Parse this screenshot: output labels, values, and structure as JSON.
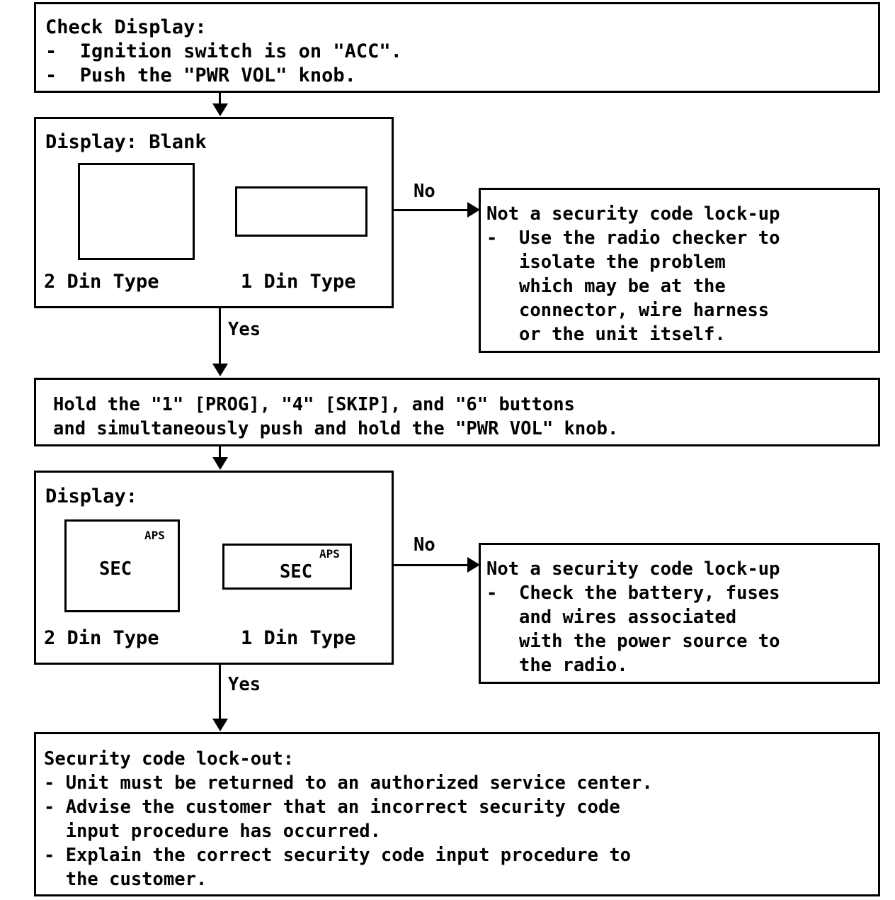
{
  "document": {
    "type": "troubleshooting-flowchart",
    "subject": "Radio security code lock-up diagnosis"
  },
  "nodes": {
    "check_display": {
      "lines": [
        "Check Display:",
        "-  Ignition switch is on \"ACC\".",
        "-  Push the \"PWR VOL\" knob."
      ]
    },
    "display_blank": {
      "title": "Display: Blank",
      "two_din_label": "2 Din Type",
      "one_din_label": "1 Din Type",
      "two_din_screen_text": "",
      "one_din_screen_text": ""
    },
    "no_branch_1": {
      "lines": [
        "Not a security code lock-up",
        "-  Use the radio checker to",
        "   isolate the problem",
        "   which may be at the",
        "   connector, wire harness",
        "   or the unit itself."
      ]
    },
    "hold_buttons": {
      "lines": [
        "Hold the \"1\" [PROG], \"4\" [SKIP], and \"6\" buttons",
        "and simultaneously push and hold the \"PWR VOL\" knob."
      ]
    },
    "display_sec": {
      "title": "Display:",
      "two_din_label": "2 Din Type",
      "one_din_label": "1 Din Type",
      "two_din_screen_main": "SEC",
      "two_din_screen_indicator": "APS",
      "one_din_screen_main": "SEC",
      "one_din_screen_indicator": "APS"
    },
    "no_branch_2": {
      "lines": [
        "Not a security code lock-up",
        "-  Check the battery, fuses",
        "   and wires associated",
        "   with the power source to",
        "   the radio."
      ]
    },
    "lock_out": {
      "lines": [
        "Security code lock-out:",
        "- Unit must be returned to an authorized service center.",
        "- Advise the customer that an incorrect security code",
        "  input procedure has occurred.",
        "- Explain the correct security code input procedure to",
        "  the customer."
      ]
    }
  },
  "edges": {
    "no_label_1": "No",
    "yes_label_1": "Yes",
    "no_label_2": "No",
    "yes_label_2": "Yes"
  },
  "colors": {
    "stroke": "#000000",
    "background": "#ffffff"
  }
}
